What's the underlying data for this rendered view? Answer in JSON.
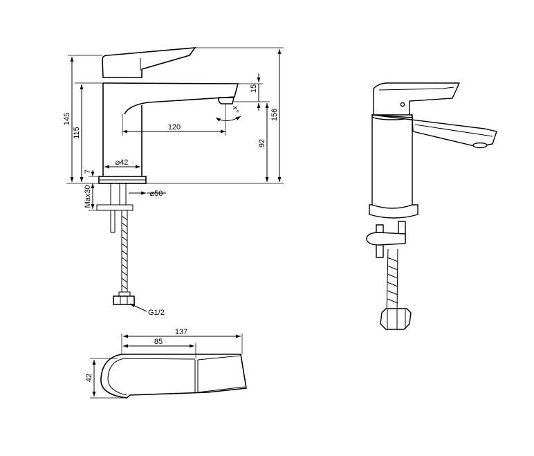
{
  "dimensions": {
    "overall_height": "145",
    "body_height": "115",
    "base_height": "7",
    "max_thickness": "Max30",
    "spout_offset": "15",
    "outlet_height": "92",
    "total_height": "156",
    "reach": "120",
    "body_diameter": "⌀42",
    "base_diameter": "⌀50",
    "rotation": "x°",
    "hose_thread": "G1/2",
    "top_length": "137",
    "lever_length": "85",
    "top_width": "42"
  },
  "colors": {
    "line": "#000000",
    "background": "#ffffff"
  }
}
